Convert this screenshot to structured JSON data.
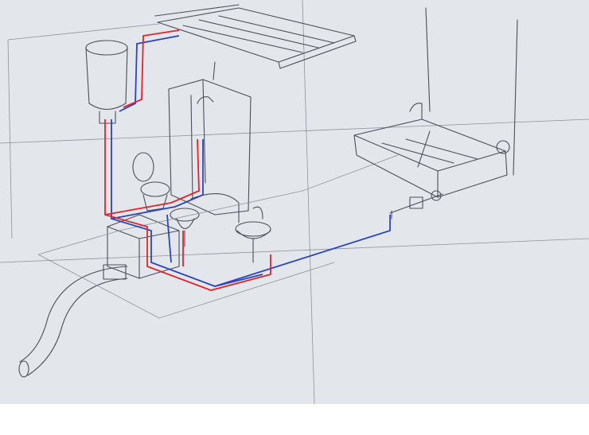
{
  "sketch": {
    "colors": {
      "paper": "#e3e6eb",
      "pencil": "#4a4f5a",
      "hot_pipe": "#e0262c",
      "cold_pipe": "#2d45b8",
      "background_strip": "#ffffff"
    },
    "components": [
      "solar-panel",
      "water-tank",
      "shower-cabin",
      "toilet",
      "sinks",
      "septic-tank",
      "drain-hose",
      "outdoor-basin",
      "valve"
    ]
  }
}
